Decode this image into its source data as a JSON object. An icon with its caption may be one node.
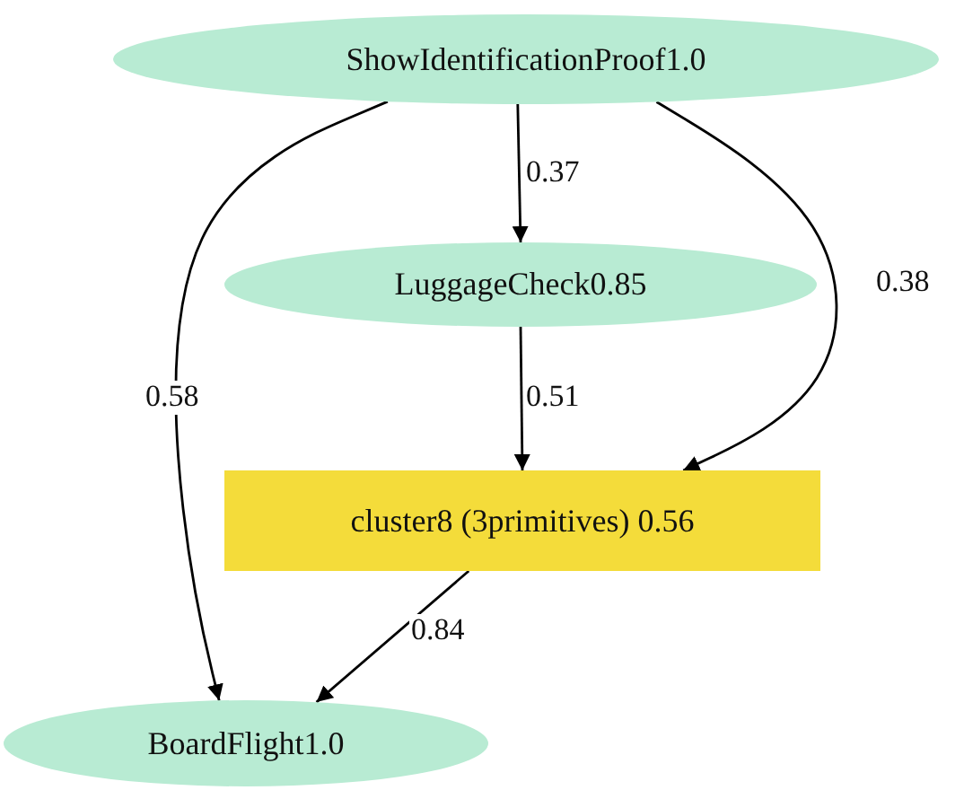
{
  "diagram": {
    "nodes": [
      {
        "text": [
          "ShowIdentificationProof1.0"
        ]
      },
      {
        "text": [
          "LuggageCheck0.85"
        ]
      },
      {
        "text": [
          "cluster8 (3primitives) 0.56"
        ]
      },
      {
        "text": [
          "BoardFlight1.0"
        ]
      }
    ],
    "edges": [
      {
        "from": 0,
        "to": 1,
        "arrow": "to",
        "label": "0.37"
      },
      {
        "from": 0,
        "to": 2,
        "arrow": "to",
        "label": "0.38"
      },
      {
        "from": 0,
        "to": 3,
        "arrow": "to",
        "label": "0.58"
      },
      {
        "from": 1,
        "to": 2,
        "arrow": "to",
        "label": "0.51"
      },
      {
        "from": 2,
        "to": 3,
        "arrow": "to",
        "label": "0.84"
      }
    ]
  }
}
